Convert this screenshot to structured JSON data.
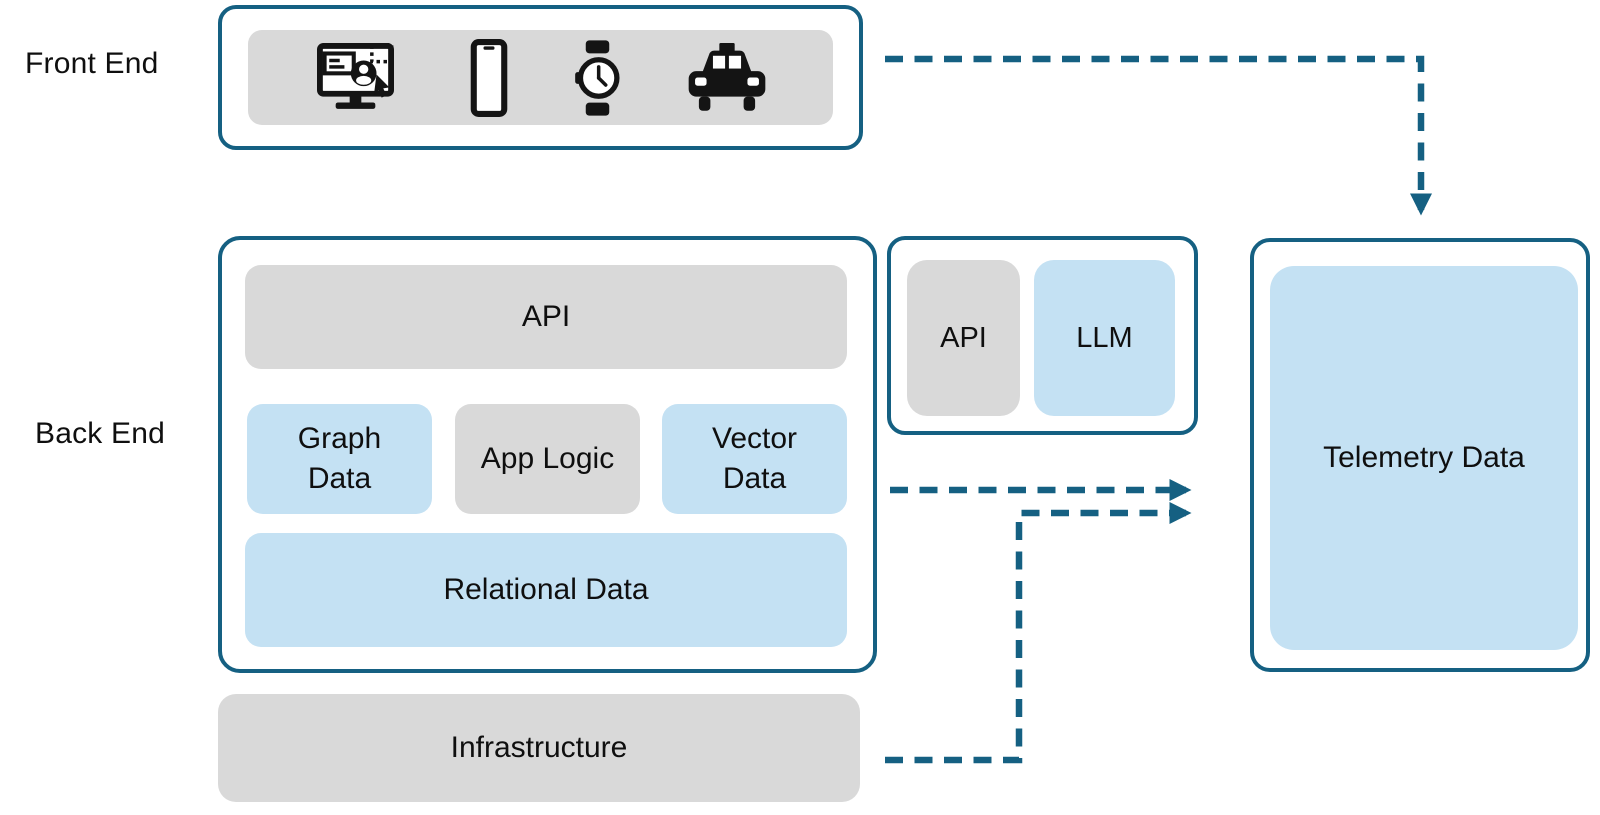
{
  "colors": {
    "accent": "#156082",
    "box_gray": "#d9d9d9",
    "box_blue": "#c4e1f3",
    "icon_black": "#141414",
    "text": "#0f0f0f",
    "background": "#ffffff"
  },
  "labels": {
    "front_end": "Front End",
    "back_end": "Back End"
  },
  "front_end": {
    "devices": [
      "desktop-user-icon",
      "smartphone-icon",
      "smartwatch-icon",
      "taxi-icon"
    ]
  },
  "back_end": {
    "api_label": "API",
    "graph_data_label": "Graph Data",
    "app_logic_label": "App Logic",
    "vector_data_label": "Vector Data",
    "relational_data_label": "Relational Data"
  },
  "ai_services": {
    "api_label": "API",
    "llm_label": "LLM"
  },
  "telemetry": {
    "label": "Telemetry Data"
  },
  "infrastructure": {
    "label": "Infrastructure"
  },
  "connections": [
    {
      "from": "front-end",
      "to": "telemetry-data",
      "style": "dashed-arrow"
    },
    {
      "from": "back-end",
      "to": "telemetry-data",
      "style": "dashed-arrow"
    },
    {
      "from": "infrastructure",
      "to": "telemetry-data",
      "style": "dashed-arrow"
    }
  ]
}
